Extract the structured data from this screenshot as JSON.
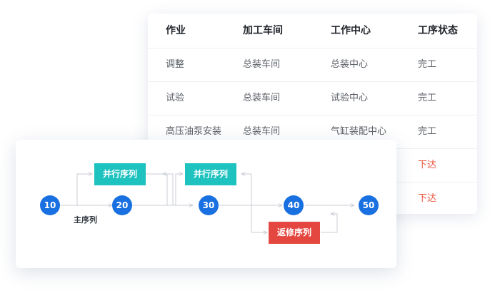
{
  "table": {
    "headers": [
      "作业",
      "加工车间",
      "工作中心",
      "工序状态"
    ],
    "rows": [
      {
        "job": "调整",
        "workshop": "总装车间",
        "center": "总装中心",
        "status": "完工"
      },
      {
        "job": "试验",
        "workshop": "总装车间",
        "center": "试验中心",
        "status": "完工"
      },
      {
        "job": "高压油泵安装",
        "workshop": "总装车间",
        "center": "气缸装配中心",
        "status": "完工"
      },
      {
        "status": "下达"
      },
      {
        "status": "下达"
      }
    ],
    "issued_color": "#e8553f"
  },
  "flow": {
    "nodes": [
      "10",
      "20",
      "30",
      "40",
      "50"
    ],
    "parallel_label_1": "并行序列",
    "parallel_label_2": "并行序列",
    "rework_label": "返修序列",
    "main_label": "主序列",
    "colors": {
      "node": "#1970e0",
      "parallel": "#1ec2bf",
      "rework": "#e4473f",
      "connector": "#c8ccd4"
    }
  }
}
